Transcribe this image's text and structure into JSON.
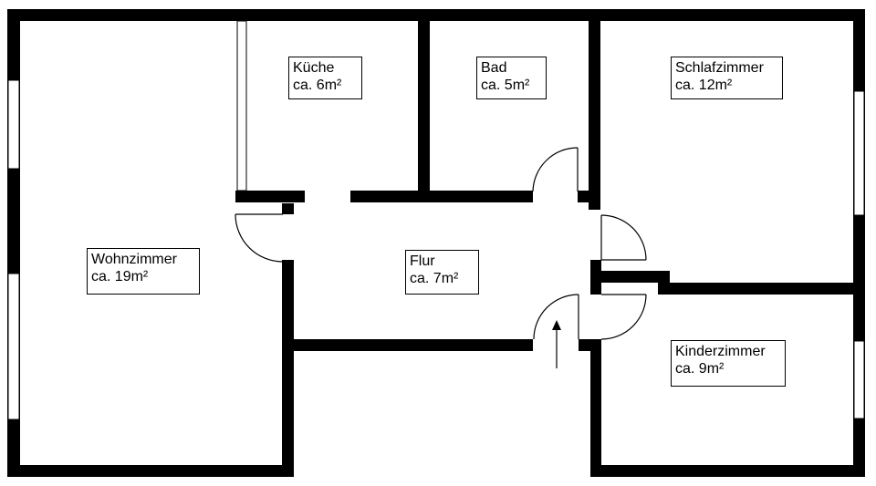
{
  "rooms": {
    "kueche": {
      "name": "Küche",
      "area": "ca. 6m²"
    },
    "bad": {
      "name": "Bad",
      "area": "ca. 5m²"
    },
    "schlafzimmer": {
      "name": "Schlafzimmer",
      "area": "ca. 12m²"
    },
    "wohnzimmer": {
      "name": "Wohnzimmer",
      "area": "ca. 19m²"
    },
    "flur": {
      "name": "Flur",
      "area": "ca. 7m²"
    },
    "kinderzimmer": {
      "name": "Kinderzimmer",
      "area": "ca. 9m²"
    }
  },
  "colors": {
    "wall": "#000000",
    "background": "#ffffff"
  },
  "icons": {
    "entrance": "entrance-arrow-icon"
  }
}
